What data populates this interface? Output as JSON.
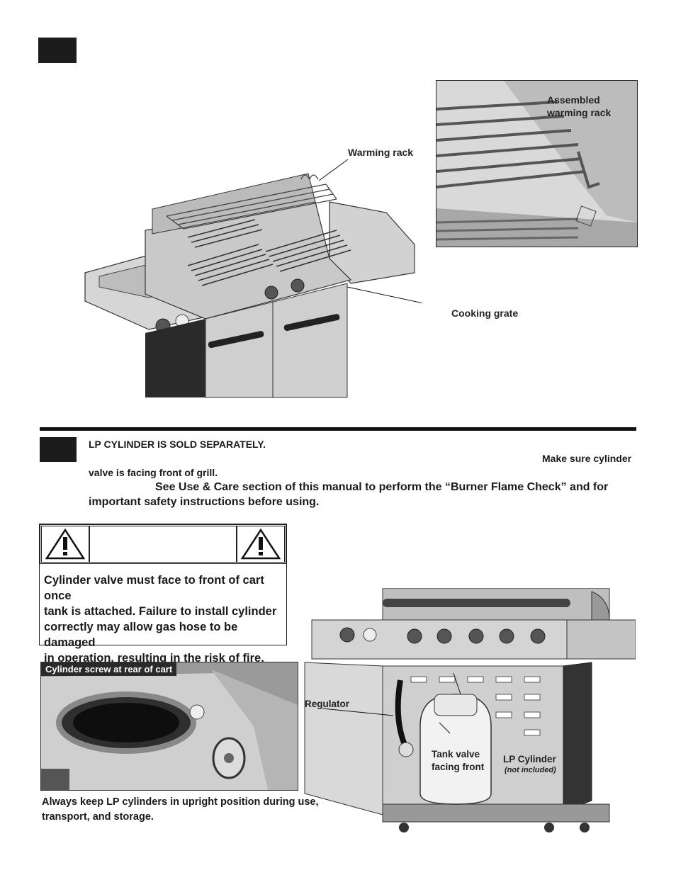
{
  "section1": {
    "labels": {
      "warming_rack": "Warming rack",
      "cooking_grate": "Cooking grate",
      "assembled_warming_rack_line1": "Assembled",
      "assembled_warming_rack_line2": "warming rack"
    }
  },
  "section2": {
    "line1": "LP CYLINDER IS SOLD SEPARATELY.",
    "line1_right": "Make sure cylinder",
    "line2": "valve is facing front of grill.",
    "line3": "See Use & Care section of this manual to perform the “Burner Flame Check” and for",
    "line4": "important safety instructions before using.",
    "warning_text": [
      "Cylinder valve must face to front of cart once",
      "tank is attached. Failure to install cylinder",
      "correctly may allow gas hose to be damaged",
      "in operation, resulting in the risk of fire."
    ],
    "photo_caption": "Cylinder screw at rear of cart",
    "footnote_line1": "Always keep LP cylinders in upright position during use,",
    "footnote_line2": "transport, and storage.",
    "grill_labels": {
      "regulator": "Regulator",
      "tank_valve_line1": "Tank valve",
      "tank_valve_line2": "facing front",
      "lp_cylinder": "LP Cylinder",
      "not_included": "(not included)"
    }
  }
}
